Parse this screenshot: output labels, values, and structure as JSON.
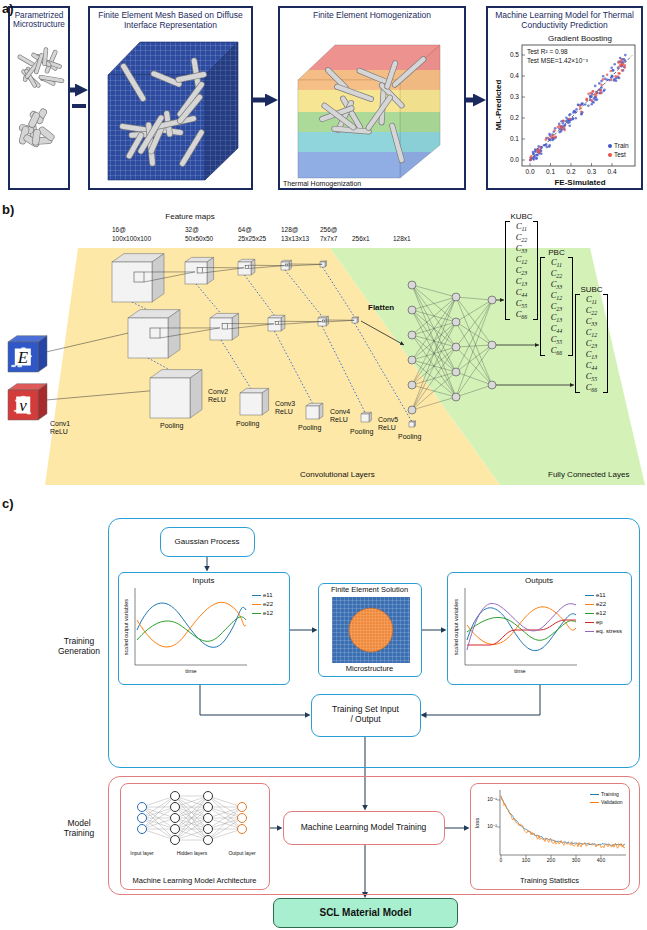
{
  "diagram": {
    "nodes": [
      {
        "text": [
          "Parametrized Microstructure"
        ]
      },
      {
        "text": [
          "Finite Element Mesh Based on Diffuse Interface Representation"
        ]
      },
      {
        "text": [
          "Finite Element Homogenization"
        ]
      },
      {
        "text": [
          "Machine Learning Model for Thermal Conductivity Prediction"
        ]
      },
      {
        "text": [
          "KUBC",
          "C11",
          "C22",
          "C33",
          "C12",
          "C23",
          "C13",
          "C44",
          "C55",
          "C66"
        ]
      },
      {
        "text": [
          "PBC",
          "C11",
          "C22",
          "C33",
          "C12",
          "C23",
          "C13",
          "C44",
          "C55",
          "C66"
        ]
      },
      {
        "text": [
          "SUBC",
          "C11",
          "C22",
          "C33",
          "C12",
          "C23",
          "C13",
          "C44",
          "C55",
          "C66"
        ]
      },
      {
        "text": [
          "Training Generation"
        ]
      },
      {
        "text": [
          "Gaussian Process"
        ],
        "in": 7
      },
      {
        "text": [
          "Inputs"
        ],
        "in": 7
      },
      {
        "text": [
          "Finite Element Solution",
          "Microstructure"
        ],
        "in": 7
      },
      {
        "text": [
          "Outputs"
        ],
        "in": 7
      },
      {
        "text": [
          "Training Set Input / Output"
        ],
        "in": 7
      },
      {
        "text": [
          "Model Training"
        ]
      },
      {
        "text": [
          "Machine Learning Model Architecture"
        ],
        "in": 13
      },
      {
        "text": [
          "Machine Learning Model Training"
        ],
        "in": 13
      },
      {
        "text": [
          "Training Statistics"
        ],
        "in": 13
      },
      {
        "text": [
          "SCL Material Model"
        ]
      }
    ],
    "edges": [
      {
        "from": 0,
        "to": 1,
        "arrow": "to"
      },
      {
        "from": 1,
        "to": 2,
        "arrow": "to"
      },
      {
        "from": 2,
        "to": 3,
        "arrow": "to"
      },
      {
        "from": 8,
        "to": 9,
        "arrow": "to"
      },
      {
        "from": 9,
        "to": 10,
        "arrow": "to"
      },
      {
        "from": 10,
        "to": 11,
        "arrow": "to"
      },
      {
        "from": 9,
        "to": 12,
        "arrow": "to"
      },
      {
        "from": 11,
        "to": 12,
        "arrow": "to"
      },
      {
        "from": 12,
        "to": 15,
        "arrow": "to"
      },
      {
        "from": 14,
        "to": 15,
        "arrow": "to"
      },
      {
        "from": 15,
        "to": 16,
        "arrow": "to"
      },
      {
        "from": 15,
        "to": 17,
        "arrow": "to"
      }
    ],
    "labels": [
      "a)",
      "Gradient Boosting",
      "Test R² = 0.98",
      "Test MSE=1.42×10⁻³",
      "ML-Predicted",
      "FE-Simulated",
      "0.5",
      "0.4",
      "0.3",
      "0.2",
      "0.1",
      "0.0",
      "0.0",
      "0.1",
      "0.2",
      "0.3",
      "0.4",
      "Thermal Homogenization",
      "b)",
      "Feature maps",
      "16@",
      "100x100x100",
      "32@",
      "50x50x50",
      "64@",
      "25x25x25",
      "128@",
      "13x13x13",
      "256@",
      "7x7x7",
      "256x1",
      "128x1",
      "E",
      "ν",
      "Conv1 ReLU",
      "Conv2 ReLU",
      "Conv3 ReLU",
      "Conv4 ReLU",
      "Conv5 ReLU",
      "Pooling",
      "Pooling",
      "Pooling",
      "Pooling",
      "Pooling",
      "Flatten",
      "Convolutional Layers",
      "Fully Connected Layes",
      "c)",
      "scaled output variables",
      "time",
      "scaled output variables",
      "time",
      "Input layer",
      "Hidden layers",
      "Output layer",
      "loss",
      "10⁻¹",
      "10⁻²",
      "0",
      "100",
      "200",
      "300",
      "400"
    ],
    "legend": [
      {
        "text": "Train",
        "color": "#4355c8"
      },
      {
        "text": "Test",
        "color": "#e5534b"
      },
      {
        "text": "e11"
      },
      {
        "text": "e22"
      },
      {
        "text": "e12"
      },
      {
        "text": "e11"
      },
      {
        "text": "e22"
      },
      {
        "text": "e12"
      },
      {
        "text": "ep"
      },
      {
        "text": "eq. stress"
      },
      {
        "text": "Training"
      },
      {
        "text": "Validation"
      }
    ]
  }
}
